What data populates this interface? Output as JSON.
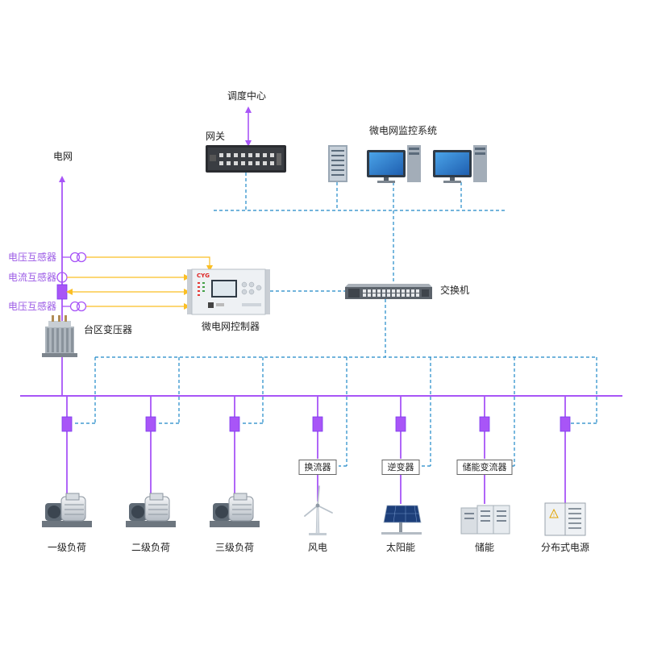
{
  "labels": {
    "dispatch_center": "调度中心",
    "gateway": "网关",
    "monitoring_system": "微电网监控系统",
    "grid": "电网",
    "voltage_transformer_1": "电压互感器",
    "current_transformer": "电流互感器",
    "voltage_transformer_2": "电压互感器",
    "area_transformer": "台区变压器",
    "microgrid_controller": "微电网控制器",
    "switch": "交换机"
  },
  "converters": {
    "converter": "换流器",
    "inverter": "逆变器",
    "storage_converter": "储能变流器"
  },
  "loads": [
    {
      "label": "一级负荷"
    },
    {
      "label": "二级负荷"
    },
    {
      "label": "三级负荷"
    },
    {
      "label": "风电"
    },
    {
      "label": "太阳能"
    },
    {
      "label": "储能"
    },
    {
      "label": "分布式电源"
    }
  ],
  "controller_brand": "CYG",
  "colors": {
    "power_line": "#a855f7",
    "comm_line": "#1e88c8",
    "signal_line": "#fbbf24",
    "breaker": "#a855f7"
  }
}
